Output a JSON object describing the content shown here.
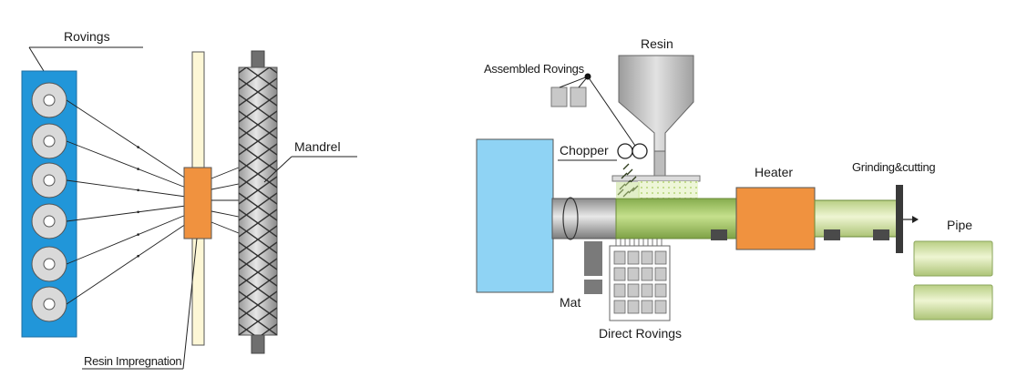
{
  "left_diagram": {
    "labels": {
      "rovings": "Rovings",
      "mandrel": "Mandrel",
      "resin_impregnation": "Resin Impregnation"
    }
  },
  "right_diagram": {
    "labels": {
      "resin": "Resin",
      "assembled_rovings": "Assembled Rovings",
      "chopper": "Chopper",
      "heater": "Heater",
      "grinding_cutting": "Grinding&cutting",
      "pipe": "Pipe",
      "mat": "Mat",
      "direct_rovings": "Direct Rovings"
    }
  },
  "colors": {
    "creel_blue": "#2196d9",
    "spool_grey": "#d9d9d9",
    "impregnation_orange": "#f0923f",
    "mandrel_grey": "#c8c8c8",
    "mixer_blue": "#8fd3f4",
    "pipe_green": "#a9cc74",
    "pipe_light": "#dde9b8",
    "heater_orange": "#f0923f",
    "hopper_grey": "#c7c7c7"
  }
}
